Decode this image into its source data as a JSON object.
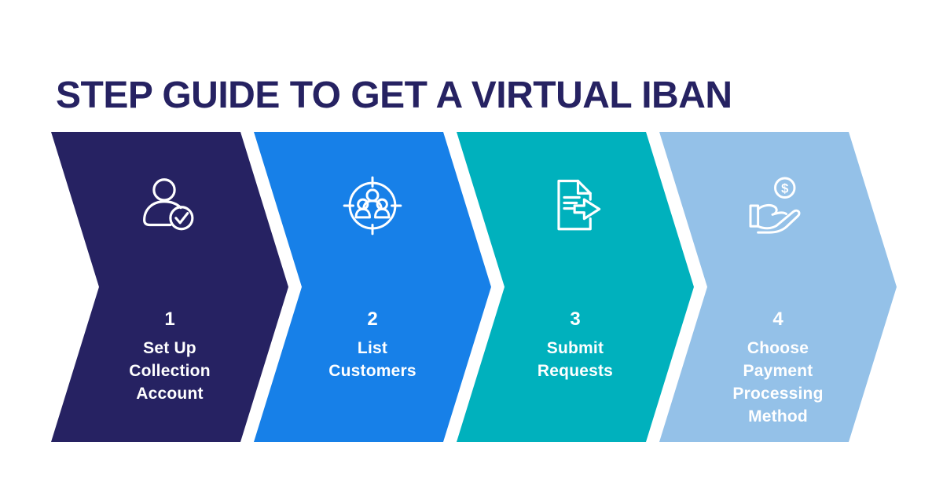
{
  "title": "STEP GUIDE TO GET A VIRTUAL IBAN",
  "colors": {
    "background": "#ffffff",
    "title": "#262262",
    "step_text": "#ffffff",
    "step1": "#262262",
    "step2": "#1780E8",
    "step3": "#00B1BD",
    "step4": "#94C1E8"
  },
  "steps": [
    {
      "number": "1",
      "icon": "person-check-icon",
      "color": "#262262",
      "lines": [
        "Set Up",
        "Collection",
        "Account"
      ]
    },
    {
      "number": "2",
      "icon": "customers-target-icon",
      "color": "#1780E8",
      "lines": [
        "List",
        "Customers"
      ]
    },
    {
      "number": "3",
      "icon": "document-arrow-icon",
      "color": "#00B1BD",
      "lines": [
        "Submit",
        "Requests"
      ]
    },
    {
      "number": "4",
      "icon": "hand-coin-icon",
      "color": "#94C1E8",
      "lines": [
        "Choose",
        "Payment",
        "Processing",
        "Method"
      ]
    }
  ]
}
